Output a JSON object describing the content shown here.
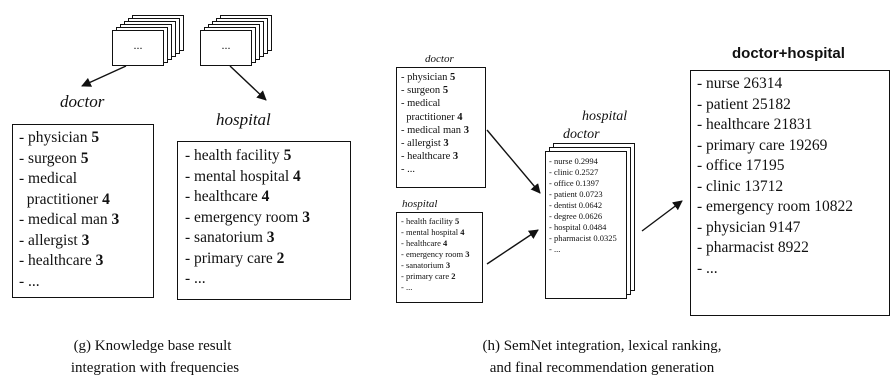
{
  "panel_g": {
    "doctor": {
      "label": "doctor",
      "stack_text": "...",
      "items": [
        {
          "text": "- physician ",
          "freq": "5"
        },
        {
          "text": "- surgeon ",
          "freq": "5"
        },
        {
          "text": "- medical",
          "freq": ""
        },
        {
          "text": "  practitioner ",
          "freq": "4"
        },
        {
          "text": "- medical man ",
          "freq": "3"
        },
        {
          "text": "- allergist ",
          "freq": "3"
        },
        {
          "text": "- healthcare ",
          "freq": "3"
        },
        {
          "text": "- ...",
          "freq": ""
        }
      ]
    },
    "hospital": {
      "label": "hospital",
      "stack_text": "...",
      "items": [
        {
          "text": "- health facility ",
          "freq": "5"
        },
        {
          "text": "- mental hospital ",
          "freq": "4"
        },
        {
          "text": "- healthcare ",
          "freq": "4"
        },
        {
          "text": "- emergency room ",
          "freq": "3"
        },
        {
          "text": "- sanatorium ",
          "freq": "3"
        },
        {
          "text": "- primary care ",
          "freq": "2"
        },
        {
          "text": "- ...",
          "freq": ""
        }
      ]
    },
    "caption_line1": "(g) Knowledge base result",
    "caption_line2": "integration with frequencies"
  },
  "panel_h": {
    "doctor": {
      "label": "doctor",
      "items": [
        {
          "text": "- physician ",
          "freq": "5"
        },
        {
          "text": "- surgeon ",
          "freq": "5"
        },
        {
          "text": "- medical",
          "freq": ""
        },
        {
          "text": "  practitioner ",
          "freq": "4"
        },
        {
          "text": "- medical man ",
          "freq": "3"
        },
        {
          "text": "- allergist ",
          "freq": "3"
        },
        {
          "text": "- healthcare ",
          "freq": "3"
        },
        {
          "text": "- ...",
          "freq": ""
        }
      ]
    },
    "hospital": {
      "label": "hospital",
      "items": [
        {
          "text": "- health facility ",
          "freq": "5"
        },
        {
          "text": "- mental hospital ",
          "freq": "4"
        },
        {
          "text": "- healthcare ",
          "freq": "4"
        },
        {
          "text": "- emergency room ",
          "freq": "3"
        },
        {
          "text": "- sanatorium ",
          "freq": "3"
        },
        {
          "text": "- primary care ",
          "freq": "2"
        },
        {
          "text": "- ...",
          "freq": ""
        }
      ]
    },
    "semnet": {
      "label_hospital": "hospital",
      "label_doctor": "doctor",
      "items": [
        "- nurse 0.2994",
        "- clinic 0.2527",
        "- office 0.1397",
        "- patient 0.0723",
        "- dentist 0.0642",
        "- degree 0.0626",
        "- hospital 0.0484",
        "- pharmacist 0.0325",
        "- ..."
      ]
    },
    "final": {
      "title": "doctor+hospital",
      "items": [
        "- nurse 26314",
        "- patient 25182",
        "- healthcare  21831",
        "- primary care 19269",
        "- office 17195",
        "- clinic 13712",
        "- emergency room 10822",
        "- physician 9147",
        "- pharmacist 8922",
        "- ..."
      ]
    },
    "caption_line1": "(h) SemNet integration, lexical ranking,",
    "caption_line2": "and final recommendation generation"
  }
}
